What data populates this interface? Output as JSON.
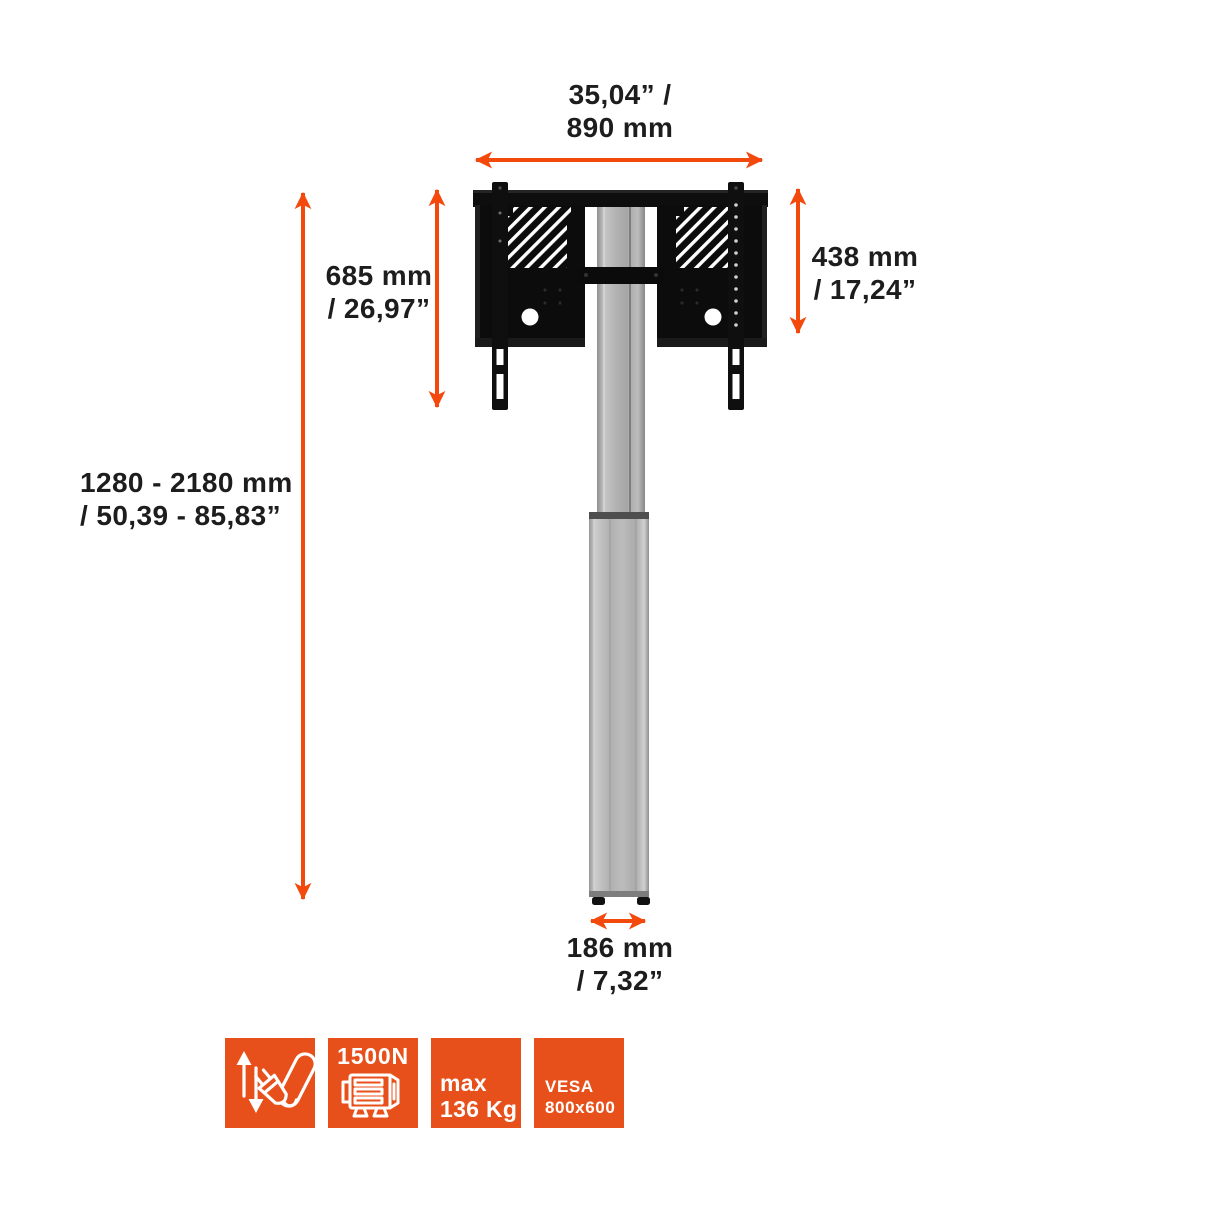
{
  "colors": {
    "accent_orange": "#F4490D",
    "badge_orange": "#E8501B",
    "ink": "#1D1D1D",
    "page_bg": "#FFFFFF",
    "bracket_black": "#0D0D0D",
    "column_gray": "#B3B3B3"
  },
  "labels": {
    "width": {
      "line1": "35,04” /",
      "line2": "890 mm"
    },
    "bracket_height": {
      "line1": "685 mm",
      "line2": "/ 26,97”"
    },
    "panel_height": {
      "line1": "438 mm",
      "line2": "/ 17,24”"
    },
    "total_height": {
      "line1": "1280 - 2180 mm",
      "line2": "/ 50,39 - 85,83”"
    },
    "base_width": {
      "line1": "186 mm",
      "line2": "/ 7,32”"
    }
  },
  "badges": {
    "height_adjustable": {
      "icon": "height-adjustable-plug-icon"
    },
    "motor": {
      "label": "1500N",
      "icon": "motor-icon"
    },
    "max_load": {
      "line1": "max",
      "line2": "136 Kg"
    },
    "vesa": {
      "line1": "VESA",
      "line2": "800x600"
    }
  }
}
